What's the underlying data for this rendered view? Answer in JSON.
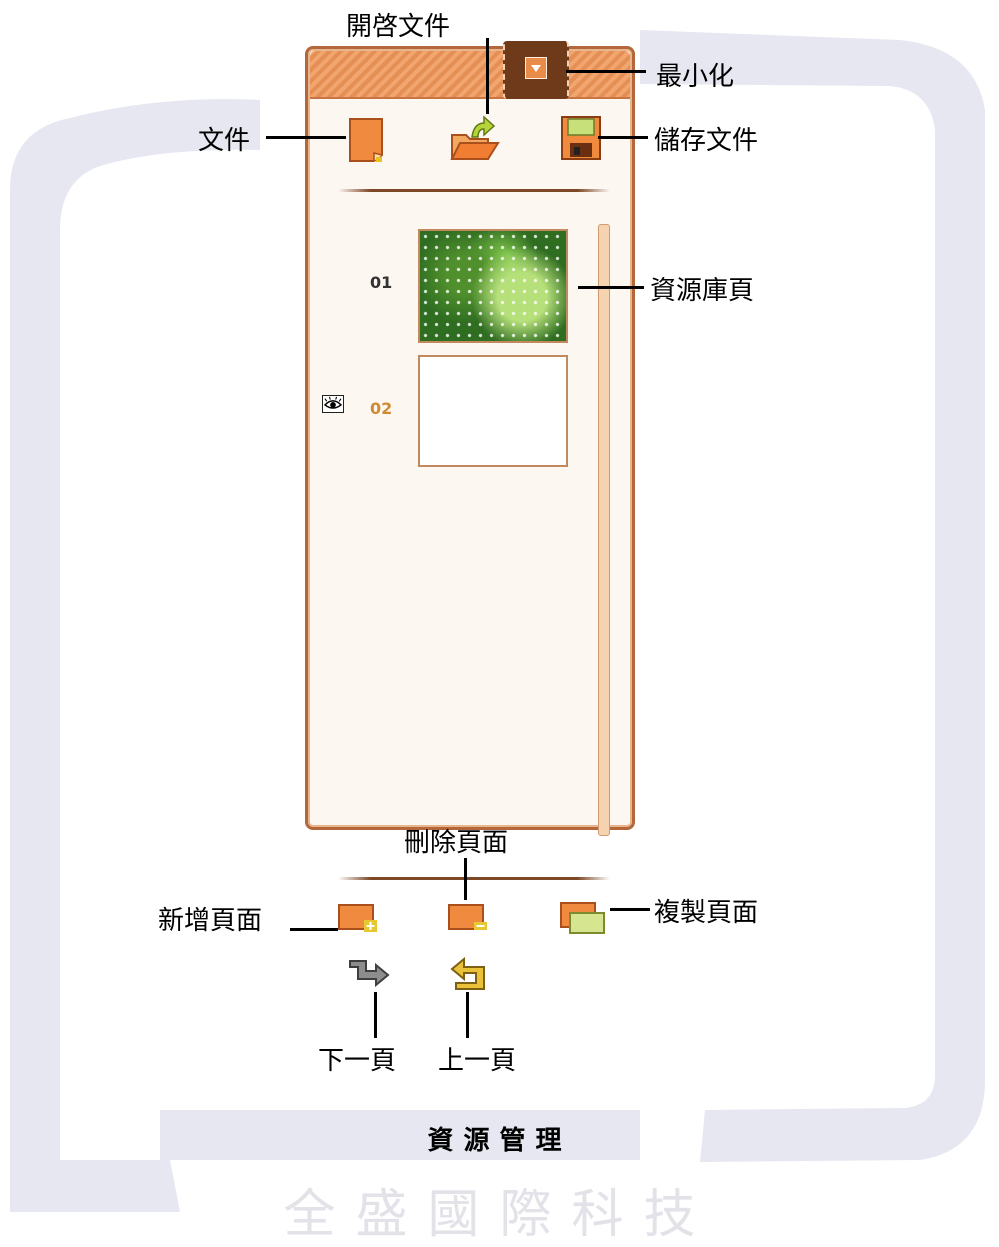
{
  "callouts": {
    "open_document": "開啓文件",
    "minimize": "最小化",
    "document": "文件",
    "save_document": "儲存文件",
    "resource_page": "資源庫頁",
    "delete_page": "刪除頁面",
    "add_page": "新增頁面",
    "copy_page": "複製頁面",
    "next_page": "下一頁",
    "prev_page": "上一頁"
  },
  "pages": [
    {
      "number": "01"
    },
    {
      "number": "02"
    }
  ],
  "caption": "資源管理",
  "watermark": "全盛國際科技",
  "icons": {
    "minimize": "chevron-down-icon",
    "document": "new-document-icon",
    "open": "open-folder-icon",
    "save": "floppy-disk-icon",
    "visible": "eye-icon",
    "add_page": "add-page-icon",
    "delete_page": "delete-page-icon",
    "copy_page": "copy-page-icon",
    "next_page": "next-page-icon",
    "prev_page": "prev-page-icon"
  },
  "colors": {
    "panel_border": "#b4673a",
    "panel_background": "#fdf7f2",
    "header_orange": "#f2a66f",
    "accent_orange": "#e98c4a",
    "page_02_number": "#d08a30"
  }
}
